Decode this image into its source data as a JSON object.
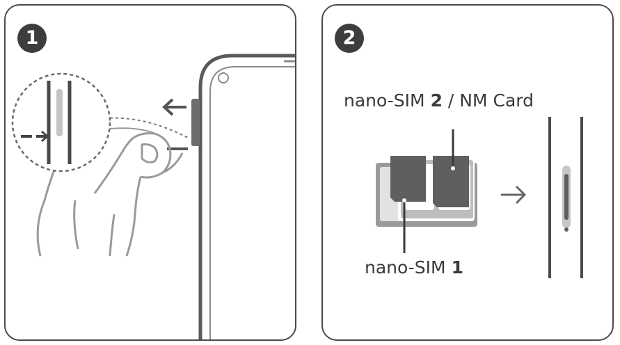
{
  "steps": [
    {
      "number": "1"
    },
    {
      "number": "2"
    }
  ],
  "labels": {
    "sim2_prefix": "nano-SIM ",
    "sim2_number": "2",
    "sim2_sep": " / ",
    "sim2_suffix": "NM Card",
    "sim1_prefix": "nano-SIM ",
    "sim1_number": "1"
  },
  "icons": [
    "eject-arrow-icon",
    "insert-arrow-icon"
  ]
}
